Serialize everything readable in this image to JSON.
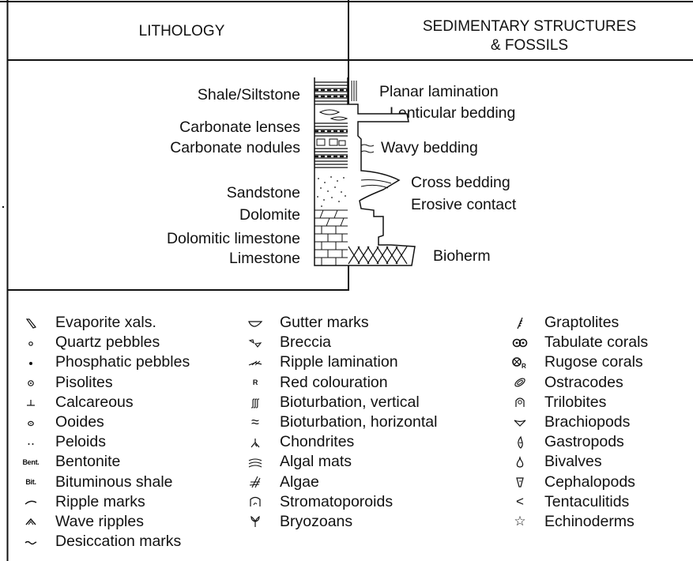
{
  "headers": {
    "lithology": "LITHOLOGY",
    "sed_line1": "SEDIMENTARY STRUCTURES",
    "sed_line2": "& FOSSILS"
  },
  "lithology_labels": [
    "Shale/Siltstone",
    "Carbonate lenses",
    "Carbonate nodules",
    "Sandstone",
    "Dolomite",
    "Dolomitic limestone",
    "Limestone"
  ],
  "structure_labels": [
    "Planar lamination",
    "Lenticular bedding",
    "Wavy bedding",
    "Cross bedding",
    "Erosive contact",
    "Bioherm"
  ],
  "legend": {
    "col1": [
      {
        "icon": "evaporite-xals-icon",
        "label": "Evaporite xals."
      },
      {
        "icon": "quartz-pebbles-icon",
        "label": "Quartz pebbles"
      },
      {
        "icon": "phosphatic-pebbles-icon",
        "label": "Phosphatic pebbles"
      },
      {
        "icon": "pisolites-icon",
        "label": "Pisolites"
      },
      {
        "icon": "calcareous-icon",
        "label": "Calcareous"
      },
      {
        "icon": "ooides-icon",
        "label": "Ooides"
      },
      {
        "icon": "peloids-icon",
        "label": "Peloids"
      },
      {
        "icon": "bentonite-icon",
        "symbol": "Bent.",
        "label": "Bentonite"
      },
      {
        "icon": "bituminous-shale-icon",
        "symbol": "Bit.",
        "label": "Bituminous shale"
      },
      {
        "icon": "ripple-marks-icon",
        "label": "Ripple marks"
      },
      {
        "icon": "wave-ripples-icon",
        "label": "Wave ripples"
      },
      {
        "icon": "desiccation-marks-icon",
        "label": "Desiccation marks"
      }
    ],
    "col2": [
      {
        "icon": "gutter-marks-icon",
        "label": "Gutter marks"
      },
      {
        "icon": "breccia-icon",
        "label": "Breccia"
      },
      {
        "icon": "ripple-lamination-icon",
        "label": "Ripple lamination"
      },
      {
        "icon": "red-colouration-icon",
        "symbol": "R",
        "label": "Red colouration"
      },
      {
        "icon": "bioturbation-vertical-icon",
        "symbol": "ʃʃʃ",
        "label": "Bioturbation, vertical"
      },
      {
        "icon": "bioturbation-horizontal-icon",
        "symbol": "≈",
        "label": "Bioturbation, horizontal"
      },
      {
        "icon": "chondrites-icon",
        "label": "Chondrites"
      },
      {
        "icon": "algal-mats-icon",
        "label": "Algal mats"
      },
      {
        "icon": "algae-icon",
        "label": "Algae"
      },
      {
        "icon": "stromatoporoids-icon",
        "label": "Stromatoporoids"
      },
      {
        "icon": "bryozoans-icon",
        "label": "Bryozoans"
      }
    ],
    "col3": [
      {
        "icon": "graptolites-icon",
        "label": "Graptolites"
      },
      {
        "icon": "tabulate-corals-icon",
        "label": "Tabulate corals"
      },
      {
        "icon": "rugose-corals-icon",
        "label": "Rugose corals"
      },
      {
        "icon": "ostracodes-icon",
        "label": "Ostracodes"
      },
      {
        "icon": "trilobites-icon",
        "label": "Trilobites"
      },
      {
        "icon": "brachiopods-icon",
        "label": "Brachiopods"
      },
      {
        "icon": "gastropods-icon",
        "label": "Gastropods"
      },
      {
        "icon": "bivalves-icon",
        "label": "Bivalves"
      },
      {
        "icon": "cephalopods-icon",
        "label": "Cephalopods"
      },
      {
        "icon": "tentaculitids-icon",
        "symbol": "<",
        "label": "Tentaculitids"
      },
      {
        "icon": "echinoderms-icon",
        "symbol": "☆",
        "label": "Echinoderms"
      }
    ]
  }
}
